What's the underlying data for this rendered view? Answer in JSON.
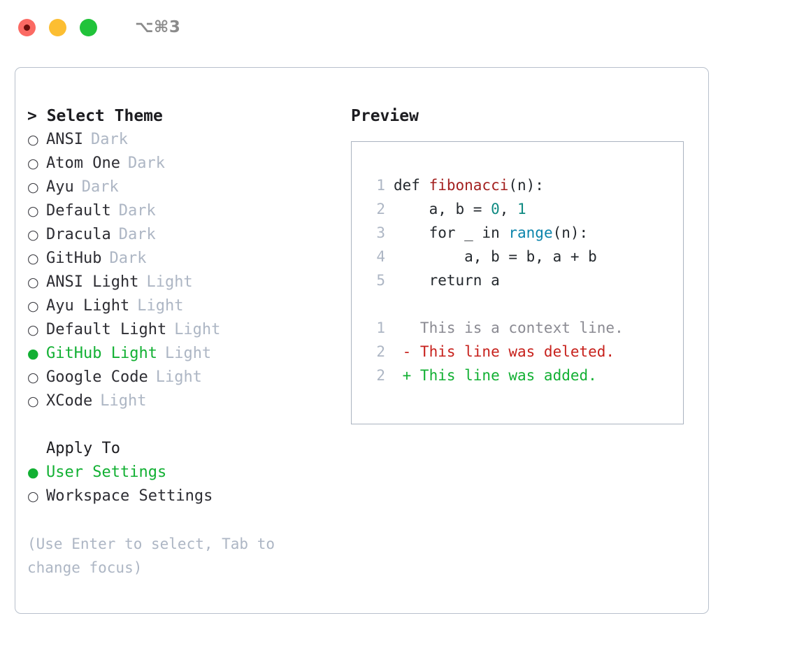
{
  "titlebar": {
    "shortcut": "⌥⌘3",
    "lights": [
      {
        "name": "close-button",
        "color": "#fb6a63"
      },
      {
        "name": "minimize-button",
        "color": "#fcbe32"
      },
      {
        "name": "maximize-button",
        "color": "#21c33a"
      }
    ]
  },
  "theme_picker": {
    "title": "> Select Theme",
    "items": [
      {
        "bullet": "○",
        "label": "ANSI",
        "tag": "Dark",
        "selected": false
      },
      {
        "bullet": "○",
        "label": "Atom One",
        "tag": "Dark",
        "selected": false
      },
      {
        "bullet": "○",
        "label": "Ayu",
        "tag": "Dark",
        "selected": false
      },
      {
        "bullet": "○",
        "label": "Default",
        "tag": "Dark",
        "selected": false
      },
      {
        "bullet": "○",
        "label": "Dracula",
        "tag": "Dark",
        "selected": false
      },
      {
        "bullet": "○",
        "label": "GitHub",
        "tag": "Dark",
        "selected": false
      },
      {
        "bullet": "○",
        "label": "ANSI Light",
        "tag": "Light",
        "selected": false
      },
      {
        "bullet": "○",
        "label": "Ayu Light",
        "tag": "Light",
        "selected": false
      },
      {
        "bullet": "○",
        "label": "Default Light",
        "tag": "Light",
        "selected": false
      },
      {
        "bullet": "●",
        "label": "GitHub Light",
        "tag": "Light",
        "selected": true
      },
      {
        "bullet": "○",
        "label": "Google Code",
        "tag": "Light",
        "selected": false
      },
      {
        "bullet": "○",
        "label": "XCode",
        "tag": "Light",
        "selected": false
      }
    ]
  },
  "apply_to": {
    "heading": "Apply To",
    "items": [
      {
        "bullet": "●",
        "label": "User Settings",
        "selected": true
      },
      {
        "bullet": "○",
        "label": "Workspace Settings",
        "selected": false
      }
    ]
  },
  "hint": "(Use Enter to select, Tab to change focus)",
  "preview": {
    "title": "Preview",
    "code_lines": [
      {
        "no": "1",
        "segments": [
          {
            "text": "def ",
            "tok": "code-text"
          },
          {
            "text": "fibonacci",
            "tok": "tok-fn"
          },
          {
            "text": "(n):",
            "tok": "code-text"
          }
        ]
      },
      {
        "no": "2",
        "segments": [
          {
            "text": "    a, b = ",
            "tok": "code-text"
          },
          {
            "text": "0",
            "tok": "tok-num"
          },
          {
            "text": ", ",
            "tok": "code-text"
          },
          {
            "text": "1",
            "tok": "tok-num"
          }
        ]
      },
      {
        "no": "3",
        "segments": [
          {
            "text": "    for _ in ",
            "tok": "code-text"
          },
          {
            "text": "range",
            "tok": "tok-call"
          },
          {
            "text": "(n):",
            "tok": "code-text"
          }
        ]
      },
      {
        "no": "4",
        "segments": [
          {
            "text": "        a, b = b, a + b",
            "tok": "code-text"
          }
        ]
      },
      {
        "no": "5",
        "segments": [
          {
            "text": "    return a",
            "tok": "code-text"
          }
        ]
      },
      {
        "no": "",
        "segments": [],
        "blank": true
      },
      {
        "no": "1",
        "segments": [
          {
            "text": "   This is a context line.",
            "tok": "tok-ctx"
          }
        ]
      },
      {
        "no": "2",
        "segments": [
          {
            "text": " - This line was deleted.",
            "tok": "tok-del"
          }
        ]
      },
      {
        "no": "2",
        "segments": [
          {
            "text": " + This line was added.",
            "tok": "tok-add"
          }
        ]
      }
    ]
  },
  "colors": {
    "accent_green": "#12b033",
    "muted": "#adb6c4",
    "border": "#b8c0cc",
    "deleted_red": "#c7211c",
    "fn_red": "#a3201f",
    "number_teal": "#0f8a82",
    "call_blue": "#0b84ab"
  }
}
